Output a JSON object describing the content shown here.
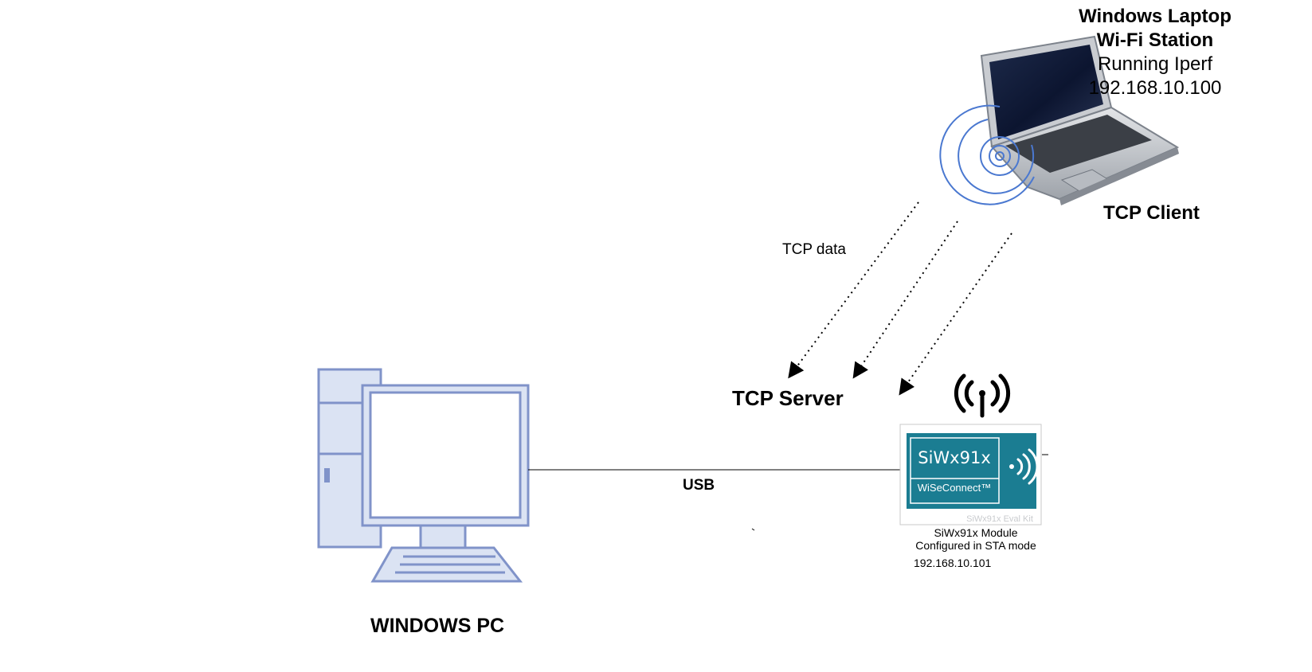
{
  "laptop": {
    "title_line1": "Windows Laptop",
    "title_line2": "Wi-Fi Station",
    "line3": "Running Iperf",
    "ip": "192.168.10.100",
    "role": "TCP Client"
  },
  "link": {
    "data_label": "TCP data",
    "server_label": "TCP Server",
    "usb_label": "USB"
  },
  "module": {
    "chip_name": "SiWx91x",
    "chip_brand": "WiSeConnect™",
    "board_label": "SiWx91x Eval Kit",
    "title": "SiWx91x Module",
    "mode": "Configured in STA mode",
    "ip": "192.168.10.101"
  },
  "pc": {
    "label": "WINDOWS PC"
  },
  "colors": {
    "pc_fill": "#dbe3f3",
    "pc_stroke": "#8093c9",
    "module_teal": "#1b7d92",
    "signal_blue": "#4a78d0"
  }
}
